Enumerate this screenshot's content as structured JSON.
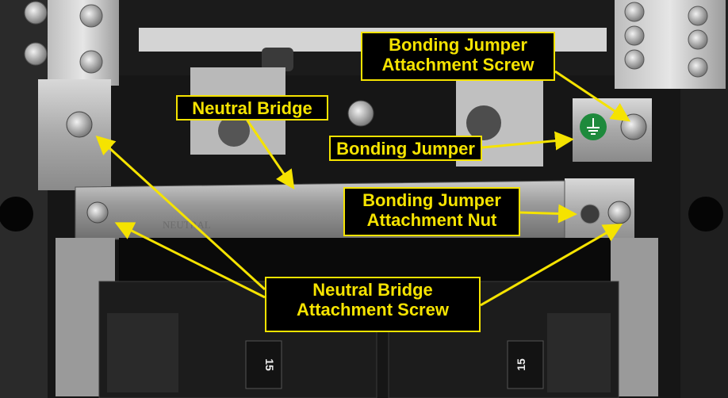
{
  "callouts": {
    "neutral_bridge": "Neutral Bridge",
    "bonding_jumper_screw": [
      "Bonding Jumper",
      "Attachment Screw"
    ],
    "bonding_jumper": "Bonding Jumper",
    "bonding_jumper_nut": [
      "Bonding Jumper",
      "Attachment Nut"
    ],
    "neutral_bridge_screw": [
      "Neutral Bridge",
      "Attachment Screw"
    ]
  },
  "printed_markings": {
    "breaker_rating_left": "15",
    "breaker_rating_right": "15",
    "bridge_stamp": "NEUTRAL"
  },
  "colors": {
    "callout_text": "#f5e300",
    "callout_border": "#f5e300",
    "callout_fill": "#000000",
    "ground_symbol": "#1e8a3c"
  },
  "icons": [
    "ground-symbol-icon"
  ]
}
